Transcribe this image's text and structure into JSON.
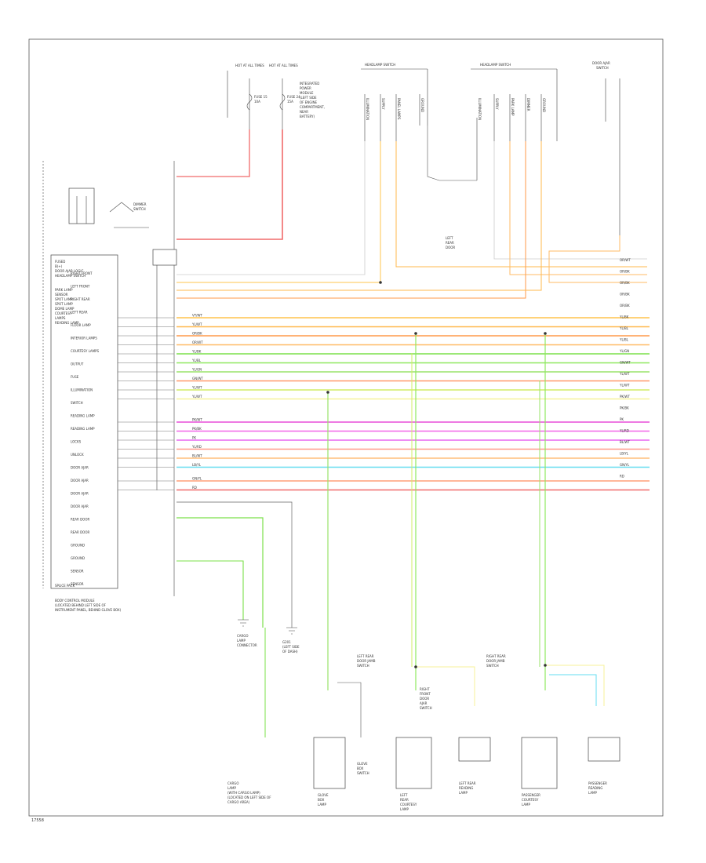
{
  "footer_id": "17558",
  "module": {
    "title": "BODY CONTROL MODULE",
    "name_lines": [
      "BODY CONTROL MODULE",
      "(LOCATED BEHIND LEFT SIDE OF",
      "INSTRUMENT PANEL, BEHIND GLOVE BOX)"
    ],
    "inner_lines": [
      "FUSED",
      "B(+)",
      "DOOR AJAR LOGIC",
      "HEADLAMP SWITCH",
      "PARK LAMP",
      "SENSOR",
      "SPOT LAMP",
      "SPOT LAMP",
      "DOME LAMP",
      "COURTESY",
      "LAMPS",
      "READING LAMP"
    ],
    "pin_labels": [
      "RIGHT FRONT",
      "LEFT FRONT",
      "RIGHT REAR",
      "LEFT REAR",
      "FLOOR LAMP",
      "INTERIOR LAMPS",
      "COURTESY LAMPS",
      "OUTPUT",
      "FUSE",
      "ILLUMINATION",
      "SWITCH",
      "READING LAMP",
      "READING LAMP",
      "LOCKS",
      "UNLOCK",
      "DOOR AJAR",
      "DOOR AJAR",
      "DOOR AJAR",
      "DOOR AJAR",
      "REAR DOOR",
      "REAR DOOR",
      "GROUND",
      "GROUND",
      "SENSOR",
      "SENSOR"
    ],
    "dash_box_label": "SPLICE PACK"
  },
  "fuses": [
    {
      "label": "HOT AT ALL TIMES",
      "name": "FUSE 15",
      "rating": "10A"
    },
    {
      "label": "HOT AT ALL TIMES",
      "name": "FUSE 24",
      "rating": "15A"
    }
  ],
  "fuse_box_note": [
    "INTEGRATED",
    "POWER",
    "MODULE",
    "(LEFT SIDE",
    "OF ENGINE",
    "COMPARTMENT,",
    "NEAR",
    "BATTERY)"
  ],
  "dimmer": {
    "lines": [
      "DIMMER",
      "SWITCH"
    ]
  },
  "connectors": {
    "left_switch": {
      "title": "HEADLAMP SWITCH",
      "pins": [
        "ILLUMINATION",
        "SUPPLY",
        "PANEL LAMPS",
        "GROUND"
      ]
    },
    "right_switch": {
      "title": "HEADLAMP SWITCH",
      "pins": [
        "ILLUMINATION",
        "SUPPLY",
        "PARK LAMP",
        "DIMMER",
        "GROUND"
      ]
    },
    "top_right": {
      "title": "DOOR AJAR",
      "sub": "SWITCH"
    },
    "mid_left_note": [
      "LEFT",
      "REAR",
      "DOOR"
    ],
    "mid_note": [
      "RIGHT",
      "FRONT",
      "DOOR",
      "AJAR",
      "SWITCH"
    ]
  },
  "wires": [
    {
      "label": "VT/WT",
      "color": "#ffc44d"
    },
    {
      "label": "YL/WT",
      "color": "#ffb84d"
    },
    {
      "label": "OR/BK",
      "color": "#ff9a4a"
    },
    {
      "label": "OR/WT",
      "color": "#ffbb66"
    },
    {
      "label": "YL/BK",
      "color": "#7be04a"
    },
    {
      "label": "YL/BL",
      "color": "#8fe860"
    },
    {
      "label": "YL/GN",
      "color": "#9ae36a"
    },
    {
      "label": "GN/WT",
      "color": "#ff9a6a"
    },
    {
      "label": "YL/WT",
      "color": "#d2ec66"
    },
    {
      "label": "YL/WT",
      "color": "#f7f29a"
    },
    {
      "label": "PK/WT",
      "color": "#e84dd8"
    },
    {
      "label": "PK/BK",
      "color": "#f266e8"
    },
    {
      "label": "PK",
      "color": "#e866f0"
    },
    {
      "label": "YL/RD",
      "color": "#ff9a8a"
    },
    {
      "label": "BL/WT",
      "color": "#ffbd7a"
    },
    {
      "label": "LB/YL",
      "color": "#66ddf0"
    },
    {
      "label": "GN/YL",
      "color": "#ff9f78"
    },
    {
      "label": "RD",
      "color": "#f06b6b"
    }
  ],
  "right_labels": [
    "OR/WT",
    "OR/BK",
    "OR/BK",
    "OR/BK",
    "OR/BK",
    "YL/BK",
    "YL/BL",
    "YL/BL",
    "YL/GN",
    "GN/WT",
    "YL/WT",
    "YL/WT",
    "PK/WT",
    "PK/BK",
    "PK",
    "YL/RD",
    "BL/WT",
    "LB/YL",
    "GN/YL",
    "RD"
  ],
  "lamps": [
    {
      "name": "GLOVE BOX LAMP",
      "lines": [
        "GLOVE",
        "BOX",
        "LAMP"
      ]
    },
    {
      "name": "LEFT REAR COURTESY LAMP",
      "lines": [
        "LEFT",
        "REAR",
        "COURTESY",
        "LAMP"
      ]
    },
    {
      "name": "LEFT REAR READING LAMP",
      "lines": [
        "LEFT REAR",
        "READING",
        "LAMP"
      ]
    },
    {
      "name": "PASSENGER COURTESY LAMP",
      "lines": [
        "PASSENGER",
        "COURTESY",
        "LAMP"
      ]
    },
    {
      "name": "PASSENGER READING LAMP",
      "lines": [
        "PASSENGER",
        "READING",
        "LAMP"
      ]
    }
  ],
  "bottom_notes": {
    "cargo": [
      "CARGO",
      "LAMP",
      "(WITH CARGO LAMP)",
      "(LOCATED ON LEFT SIDE OF",
      "CARGO AREA)"
    ],
    "cargo_conn": [
      "CARGO",
      "LAMP",
      "CONNECTOR"
    ],
    "ground": [
      "G201",
      "(LEFT SIDE",
      "OF DASH)"
    ],
    "left_switch_note": [
      "LEFT REAR",
      "DOOR JAMB",
      "SWITCH"
    ],
    "right_switch_note": [
      "RIGHT REAR",
      "DOOR JAMB",
      "SWITCH"
    ],
    "glove_switch": [
      "GLOVE",
      "BOX",
      "SWITCH"
    ]
  }
}
